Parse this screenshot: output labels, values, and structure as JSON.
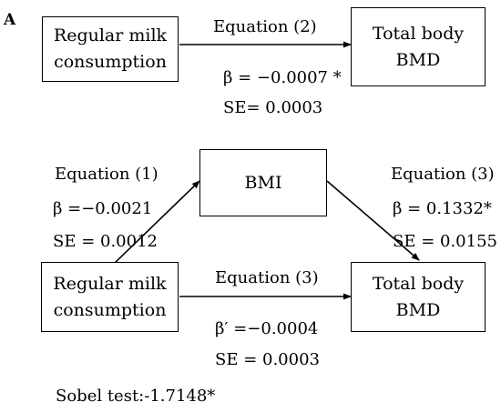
{
  "panel_label": "A",
  "panel_a_top": {
    "source": [
      "Regular milk",
      "consumption"
    ],
    "target": [
      "Total body",
      "BMD"
    ],
    "path_label": "Equation (2)",
    "beta": "β = −0.0007 *",
    "se": "SE= 0.0003"
  },
  "panel_a_mediation": {
    "mediator": "BMI",
    "source": [
      "Regular milk",
      "consumption"
    ],
    "target": [
      "Total body",
      "BMD"
    ],
    "path_a": {
      "label": "Equation (1)",
      "beta": "β =−0.0021",
      "se": "SE = 0.0012"
    },
    "path_b": {
      "label": "Equation (3)",
      "beta": "β = 0.1332*",
      "se": "SE = 0.0155"
    },
    "path_c_prime": {
      "label": "Equation (3)",
      "beta": "β′ =−0.0004",
      "se": "SE = 0.0003"
    },
    "sobel": "Sobel test:-1.7148*"
  }
}
